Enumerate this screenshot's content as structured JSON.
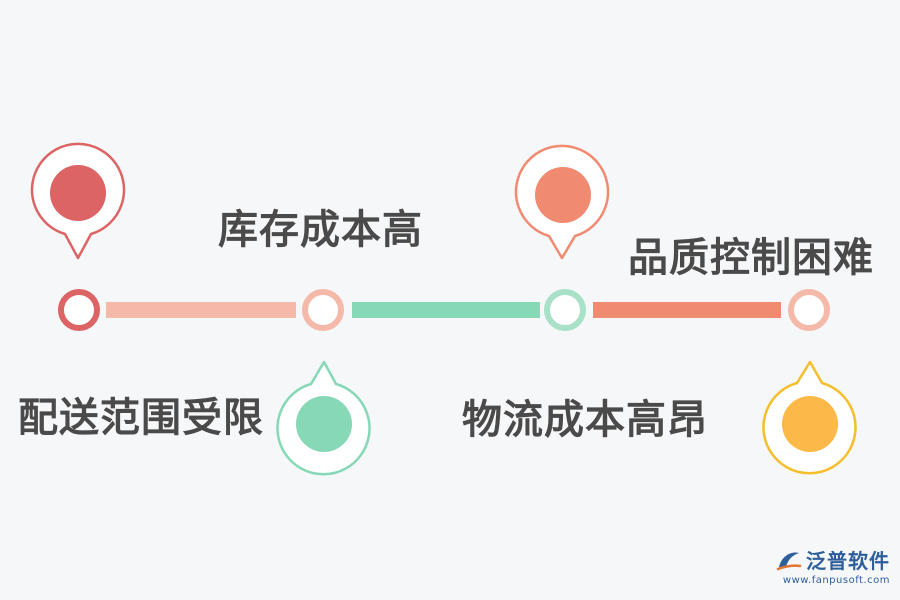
{
  "items": [
    {
      "label": "库存成本高",
      "color": "#dc6464",
      "node_color": "#dc6464",
      "bar_color": "#f5b9aa"
    },
    {
      "label": "配送范围受限",
      "color": "#86d8b6",
      "node_color": "#f5b9aa",
      "bar_color": "#86d8b6"
    },
    {
      "label": "品质控制困难",
      "color": "#f08a70",
      "node_color": "#a8e1c8",
      "bar_color": "#f08a70"
    },
    {
      "label": "物流成本高昂",
      "color": "#fcb948",
      "node_color": "#f5b9aa"
    }
  ],
  "pin_colors": {
    "pin1": {
      "stroke": "#dc6464",
      "fill": "#dc6464"
    },
    "pin2": {
      "stroke": "#86d8b6",
      "fill": "#86d8b6"
    },
    "pin3": {
      "stroke": "#f08a70",
      "fill": "#f08a70"
    },
    "pin4": {
      "stroke": "#f5be2c",
      "fill": "#fcb948"
    }
  },
  "logo": {
    "name": "泛普软件",
    "url": "www.fanpusoft.com"
  }
}
